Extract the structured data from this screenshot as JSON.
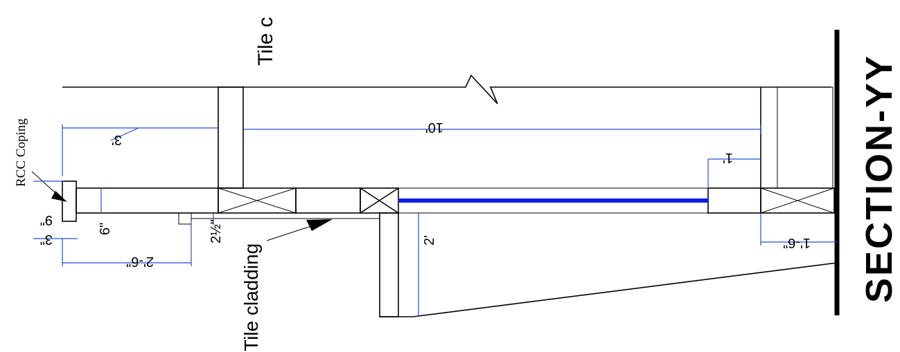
{
  "title": "SECTION-YY",
  "labels": {
    "rcc_coping": "RCC Coping",
    "tile_cladding": "Tile cladding",
    "tile_top": "Tile c"
  },
  "dimensions": {
    "d_3ft": "3'",
    "d_10ft": "10'",
    "d_1ft": "1'",
    "d_9in": "9\"",
    "d_3in": "3\"",
    "d_6in": "6\"",
    "d_2ft6in": "2'-6\"",
    "d_2half_in": "2½\"",
    "d_2ft": "2'",
    "d_1ft6in": "1'-6\""
  },
  "colors": {
    "dimension": "#1f4fd6",
    "glass": "#0a1fe0",
    "ink": "#000000"
  }
}
